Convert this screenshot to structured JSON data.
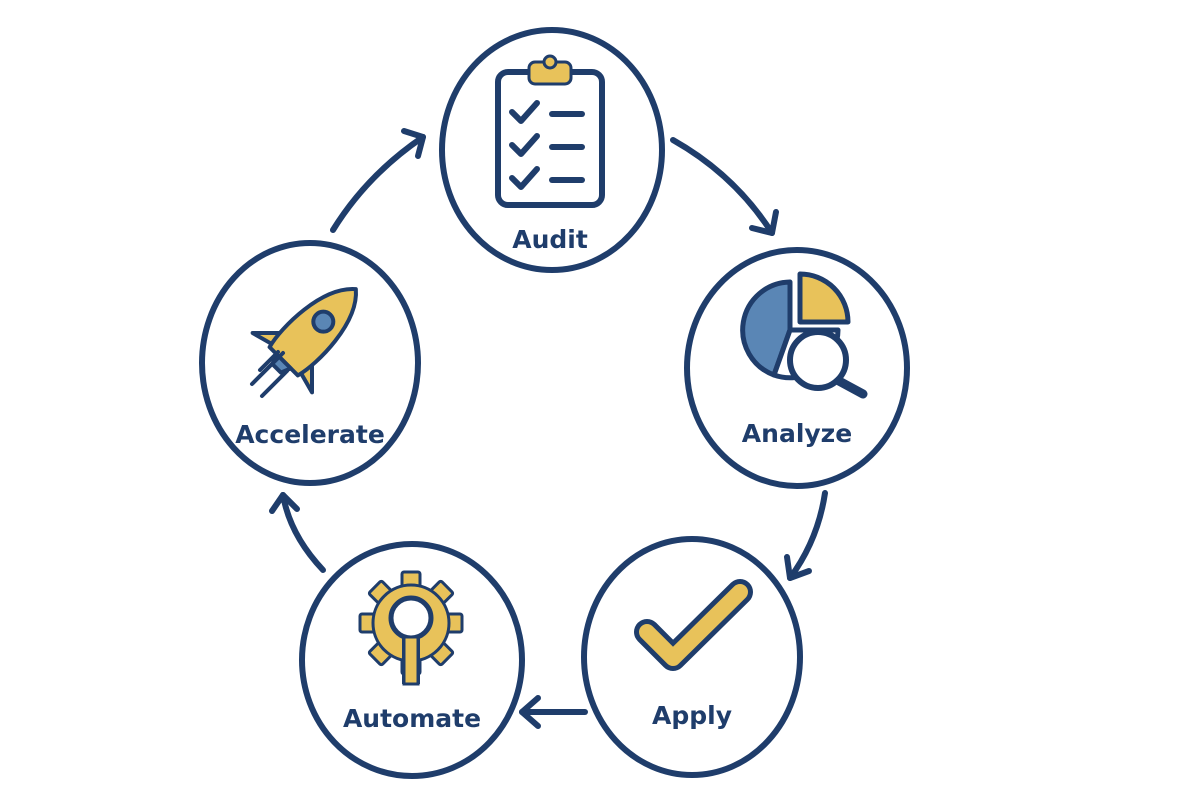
{
  "colors": {
    "navy": "#1f3d6b",
    "gold": "#e8c25a",
    "blue": "#5a86b5",
    "background": "#ffffff"
  },
  "nodes": [
    {
      "label": "Audit",
      "icon": "clipboard-checklist-icon"
    },
    {
      "label": "Analyze",
      "icon": "pie-chart-magnifier-icon"
    },
    {
      "label": "Apply",
      "icon": "checkmark-icon"
    },
    {
      "label": "Automate",
      "icon": "gear-bulb-icon"
    },
    {
      "label": "Accelerate",
      "icon": "rocket-icon"
    }
  ]
}
